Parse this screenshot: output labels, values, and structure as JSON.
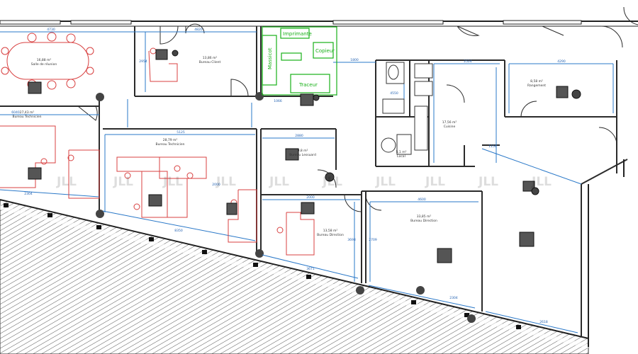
{
  "colors": {
    "wall": "#2b2b2b",
    "dimension": "#2a78c8",
    "furniture_red": "#d84040",
    "furniture_green": "#18b018",
    "facade_hatch": "#555555"
  },
  "rooms": [
    {
      "key": "meeting",
      "area": "16,88 m²",
      "name": "Salle de réunion"
    },
    {
      "key": "office_top_mid",
      "area": "13,86 m²",
      "name": "Bureau Client"
    },
    {
      "key": "office_left",
      "area": "27,43 m²",
      "name": "Bureau Technicien"
    },
    {
      "key": "office_centre",
      "area": "28,79 m²",
      "name": "Bureau Technicien"
    },
    {
      "key": "office_small",
      "area": "9,8 m²",
      "name": "Bureau Lessuard"
    },
    {
      "key": "office_mid_bottom",
      "area": "13,58 m²",
      "name": "Bureau Direction"
    },
    {
      "key": "office_right_bottom",
      "area": "33,85 m²",
      "name": "Bureau Direction"
    },
    {
      "key": "office_top_right",
      "area": "8,58 m²",
      "name": "Rangement"
    },
    {
      "key": "kitchen",
      "area": "17,56 m²",
      "name": "Cuisine"
    },
    {
      "key": "storage",
      "area": "5,1 m²",
      "name": "Local"
    }
  ],
  "labels": {
    "printer_area": "Imprimante",
    "copier": "Copieur",
    "traceur": "Traceur",
    "massicot": "Massicot"
  },
  "dimensions": {
    "top_left": "4730",
    "top_mid": "4820",
    "corridor_left": "6040",
    "corridor_centre": "5125",
    "mid_small": "2880",
    "stair": "1800",
    "right_top": "2524",
    "far_right": "4290",
    "bottom_mid": "4600",
    "bottom_left_a": "2000",
    "bottom_left_b": "2000",
    "diag_a": "8350",
    "diag_b": "3671",
    "diag_c": "2304",
    "diag_d": "2618",
    "side_a": "2304",
    "side_b": "1150",
    "vert_a": "2954",
    "vert_b": "3698",
    "vert_c": "2709",
    "misc_a": "1066",
    "misc_b": "4550"
  },
  "watermark": "JLL"
}
